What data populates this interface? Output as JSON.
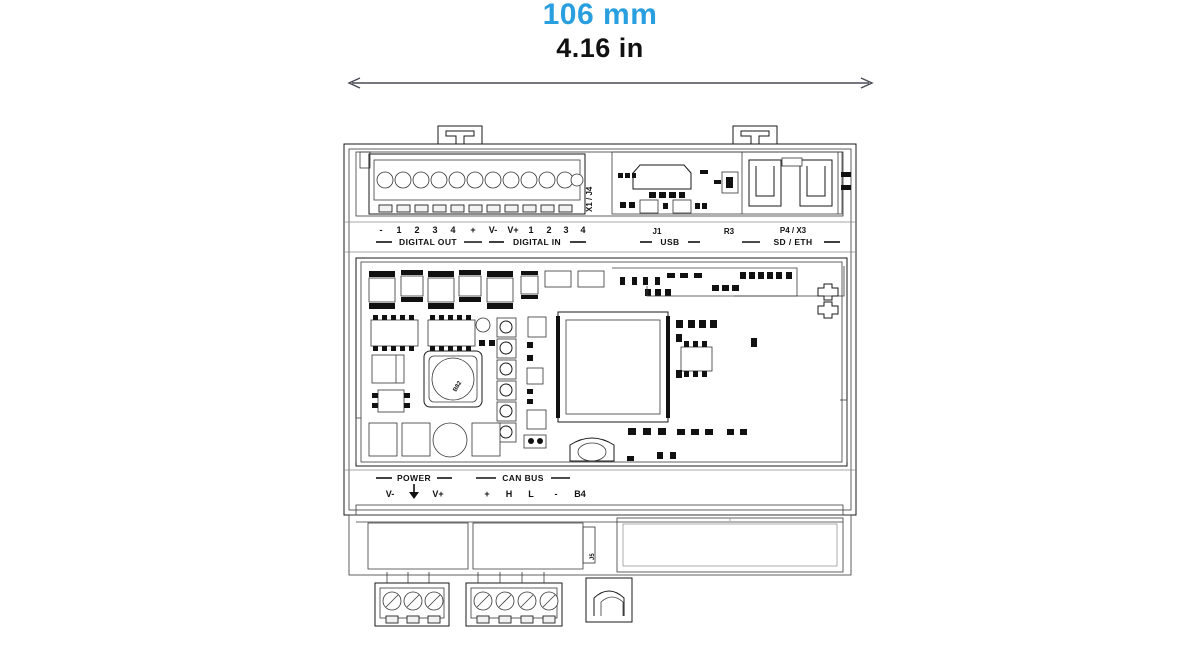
{
  "dimension": {
    "metric": "106 mm",
    "imperial": "4.16 in",
    "metric_color": "#2a9fe0",
    "imperial_color": "#111111",
    "arrow_name": "width-dimension-arrow"
  },
  "device": {
    "title": "DIN-rail controller module top view",
    "view": "top"
  },
  "top_terminal": {
    "pin_count": 12,
    "pins": [
      "-",
      "1",
      "2",
      "3",
      "4",
      "+",
      "V-",
      "V+",
      "1",
      "2",
      "3",
      "4"
    ],
    "groups": [
      {
        "label": "DIGITAL OUT"
      },
      {
        "label": "DIGITAL IN"
      }
    ],
    "side_label": "X1 / J4"
  },
  "connectors": {
    "items": [
      {
        "ref": "J1",
        "name": "USB"
      },
      {
        "ref": "R3",
        "name": ""
      },
      {
        "ref": "P4 / X3",
        "name": "SD / ETH"
      }
    ]
  },
  "bottom_terminal": {
    "groups": [
      {
        "label": "POWER",
        "pins": [
          "V-",
          "GND",
          "V+"
        ]
      },
      {
        "label": "CAN BUS",
        "pins": [
          "+",
          "H",
          "L",
          "-"
        ]
      }
    ],
    "extra_label": "B4"
  },
  "pcb": {
    "inductor_marking": "B82",
    "mcu_name": "qfp-microcontroller",
    "component_counts": {
      "soic_ics": 2,
      "power_modules": 5,
      "electrolytic_caps": 3,
      "screw_pads": 6
    }
  },
  "colors": {
    "outline": "#1a1a1a",
    "background": "#ffffff",
    "accent_blue": "#2a9fe0",
    "dim_arrow": "#4a4a55"
  }
}
